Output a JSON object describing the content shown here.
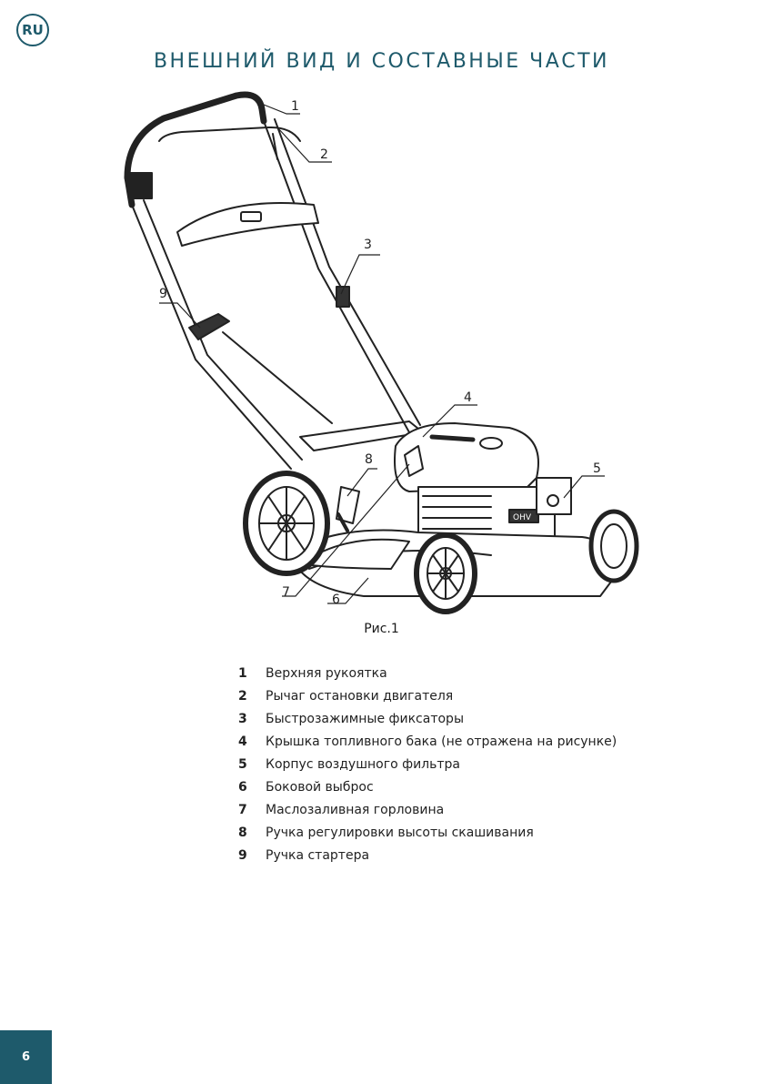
{
  "lang_badge": "RU",
  "title": "ВНЕШНИЙ ВИД И СОСТАВНЫЕ ЧАСТИ",
  "figure": {
    "caption": "Рис.1",
    "callouts": [
      "1",
      "2",
      "3",
      "4",
      "5",
      "6",
      "7",
      "8",
      "9"
    ],
    "engine_label": "OHV"
  },
  "parts": [
    {
      "num": "1",
      "label": "Верхняя рукоятка"
    },
    {
      "num": "2",
      "label": "Рычаг остановки двигателя"
    },
    {
      "num": "3",
      "label": "Быстрозажимные фиксаторы"
    },
    {
      "num": "4",
      "label": "Крышка топливного бака (не отражена на рисунке)"
    },
    {
      "num": "5",
      "label": "Корпус воздушного фильтра"
    },
    {
      "num": "6",
      "label": "Боковой выброс"
    },
    {
      "num": "7",
      "label": "Маслозаливная горловина"
    },
    {
      "num": "8",
      "label": "Ручка регулировки высоты скашивания"
    },
    {
      "num": "9",
      "label": "Ручка стартера"
    }
  ],
  "page_number": "6"
}
